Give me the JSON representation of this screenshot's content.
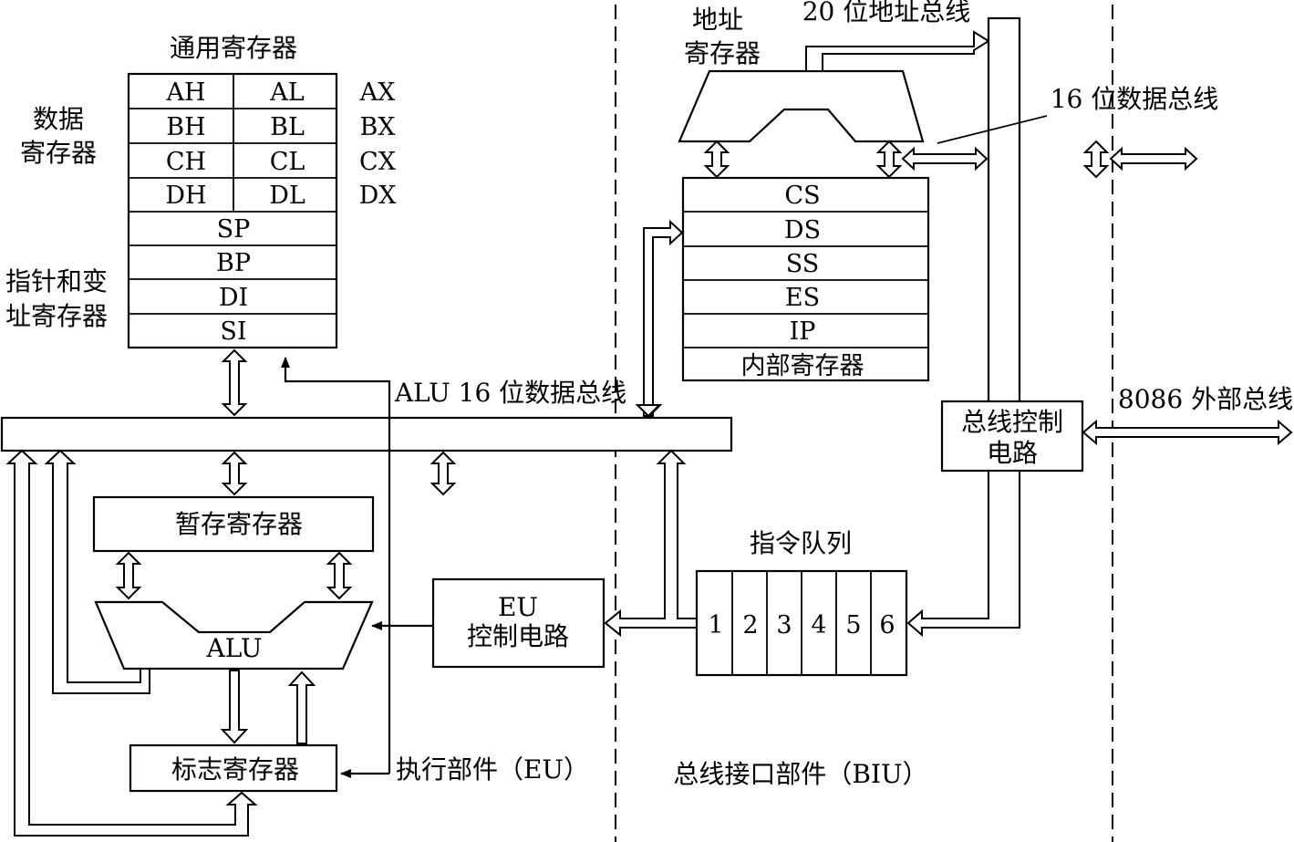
{
  "labels": {
    "gpr_title": "通用寄存器",
    "data_reg_1": "数据",
    "data_reg_2": "寄存器",
    "ptr_reg_1": "指针和变",
    "ptr_reg_2": "址寄存器",
    "addr_reg_1": "地址",
    "addr_reg_2": "寄存器",
    "addr_bus": "20 位地址总线",
    "data_bus_16": "16 位数据总线",
    "alu_bus": "ALU 16 位数据总线",
    "ext_bus": "8086 外部总线",
    "bus_ctrl_1": "总线控制",
    "bus_ctrl_2": "电路",
    "temp_reg": "暂存寄存器",
    "alu": "ALU",
    "flags": "标志寄存器",
    "eu_ctrl_1": "EU",
    "eu_ctrl_2": "控制电路",
    "queue_title": "指令队列",
    "eu_caption": "执行部件（EU）",
    "biu_caption": "总线接口部件（BIU）"
  },
  "gpr_pairs": [
    {
      "high": "AH",
      "low": "AL",
      "pair": "AX"
    },
    {
      "high": "BH",
      "low": "BL",
      "pair": "BX"
    },
    {
      "high": "CH",
      "low": "CL",
      "pair": "CX"
    },
    {
      "high": "DH",
      "low": "DL",
      "pair": "DX"
    }
  ],
  "gpr_singles": [
    "SP",
    "BP",
    "DI",
    "SI"
  ],
  "seg_regs": [
    "CS",
    "DS",
    "SS",
    "ES",
    "IP",
    "内部寄存器"
  ],
  "queue": [
    "1",
    "2",
    "3",
    "4",
    "5",
    "6"
  ]
}
